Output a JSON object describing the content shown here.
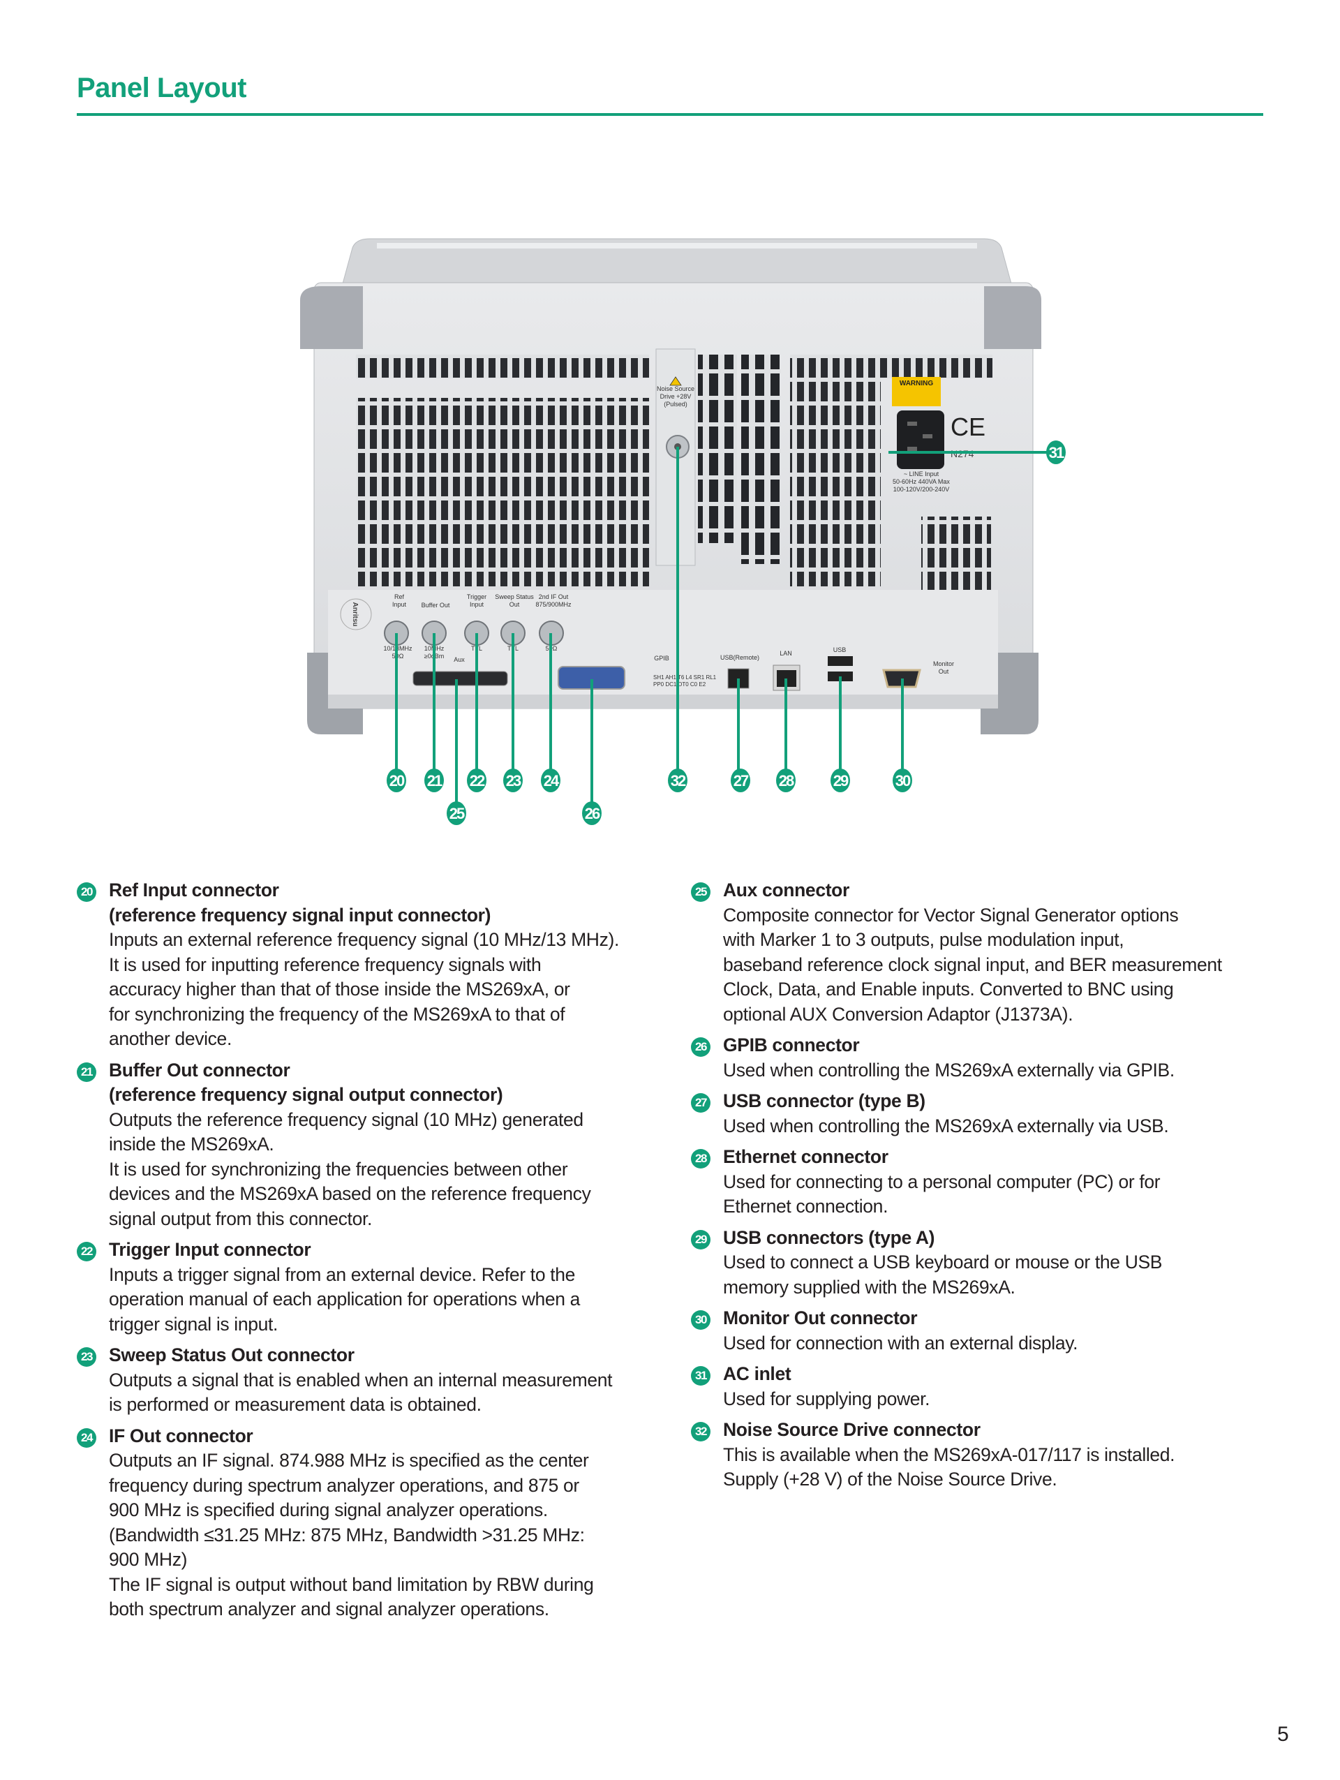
{
  "title": "Panel Layout",
  "page_number": "5",
  "accent_color": "#12a07a",
  "device": {
    "panel_labels": {
      "ref_input": [
        "Ref",
        "Input"
      ],
      "buffer_out": "Buffer Out",
      "trigger_input": [
        "Trigger",
        "Input"
      ],
      "sweep_status_out": [
        "Sweep Status",
        "Out"
      ],
      "if_out": [
        "2nd IF Out",
        "875/900MHz"
      ],
      "ref_spec": [
        "10/13MHz",
        "50Ω"
      ],
      "buffer_spec": [
        "10MHz",
        "≥0dBm"
      ],
      "trigger_spec": "TTL",
      "sweep_spec": "TTL",
      "if_spec": "50Ω",
      "aux": "Aux",
      "gpib": "GPIB",
      "gpib_spec": [
        "SH1 AH1 T6 L4 SR1 RL1",
        "PP0 DC1 DT0 C0 E2"
      ],
      "usb_remote": "USB(Remote)",
      "lan": "LAN",
      "usb": "USB",
      "monitor_out": [
        "Monitor",
        "Out"
      ],
      "noise_source": [
        "Noise Source",
        "Drive +28V",
        "(Pulsed)"
      ],
      "warning": "WARNING",
      "ce_mark": "CE",
      "n274": "N274",
      "line_input": [
        "~ LINE Input",
        "50-60Hz 440VA Max",
        "100-120V/200-240V"
      ],
      "brand": "Anritsu"
    },
    "callouts": [
      "20",
      "21",
      "22",
      "23",
      "24",
      "25",
      "26",
      "32",
      "27",
      "28",
      "29",
      "30",
      "31"
    ]
  },
  "items_left": [
    {
      "num": "20",
      "heading": [
        "Ref Input connector",
        "(reference frequency signal input connector)"
      ],
      "desc": [
        "Inputs an external reference frequency signal (10 MHz/13 MHz).",
        "It is used for inputting reference frequency signals with",
        "accuracy higher than that of those inside the MS269xA, or",
        "for synchronizing the frequency of the MS269xA to that of",
        "another device."
      ]
    },
    {
      "num": "21",
      "heading": [
        "Buffer Out connector",
        "(reference frequency signal output connector)"
      ],
      "desc": [
        "Outputs the reference frequency signal (10 MHz) generated",
        "inside the MS269xA.",
        "It is used for synchronizing the frequencies between other",
        "devices and the MS269xA based on the reference frequency",
        "signal output from this connector."
      ]
    },
    {
      "num": "22",
      "heading": [
        "Trigger Input connector"
      ],
      "desc": [
        "Inputs a trigger signal from an external device. Refer to the",
        "operation manual of each application for operations when a",
        "trigger signal is input."
      ]
    },
    {
      "num": "23",
      "heading": [
        "Sweep Status Out connector"
      ],
      "desc": [
        "Outputs a signal that is enabled when an internal measurement",
        "is performed or measurement data is obtained."
      ]
    },
    {
      "num": "24",
      "heading": [
        "IF Out connector"
      ],
      "desc": [
        "Outputs an IF signal. 874.988 MHz is specified as the center",
        "frequency during spectrum analyzer operations, and 875 or",
        "900 MHz is specified during signal analyzer operations.",
        "(Bandwidth ≤31.25 MHz: 875 MHz, Bandwidth >31.25 MHz:",
        "900 MHz)",
        "The IF signal is output without band limitation by RBW during",
        "both spectrum analyzer and signal analyzer operations."
      ]
    }
  ],
  "items_right": [
    {
      "num": "25",
      "heading": [
        "Aux connector"
      ],
      "desc": [
        "Composite connector for Vector Signal Generator options",
        "with Marker 1 to 3 outputs, pulse modulation input,",
        "baseband reference clock signal input, and BER measurement",
        "Clock, Data, and Enable inputs. Converted to BNC using",
        "optional AUX Conversion Adaptor (J1373A)."
      ]
    },
    {
      "num": "26",
      "heading": [
        "GPIB connector"
      ],
      "desc": [
        "Used when controlling the MS269xA externally via GPIB."
      ]
    },
    {
      "num": "27",
      "heading": [
        "USB connector (type B)"
      ],
      "desc": [
        "Used when controlling the MS269xA externally via USB."
      ]
    },
    {
      "num": "28",
      "heading": [
        "Ethernet connector"
      ],
      "desc": [
        "Used for connecting to a personal computer (PC) or for",
        "Ethernet connection."
      ]
    },
    {
      "num": "29",
      "heading": [
        "USB connectors (type A)"
      ],
      "desc": [
        "Used to connect a USB keyboard or mouse or the USB",
        "memory supplied with the MS269xA."
      ]
    },
    {
      "num": "30",
      "heading": [
        "Monitor Out connector"
      ],
      "desc": [
        "Used for connection with an external display."
      ]
    },
    {
      "num": "31",
      "heading": [
        "AC inlet"
      ],
      "desc": [
        "Used for supplying power."
      ]
    },
    {
      "num": "32",
      "heading": [
        "Noise Source Drive connector"
      ],
      "desc": [
        "This is available when the MS269xA-017/117 is installed.",
        "Supply (+28 V) of the Noise Source Drive."
      ]
    }
  ]
}
